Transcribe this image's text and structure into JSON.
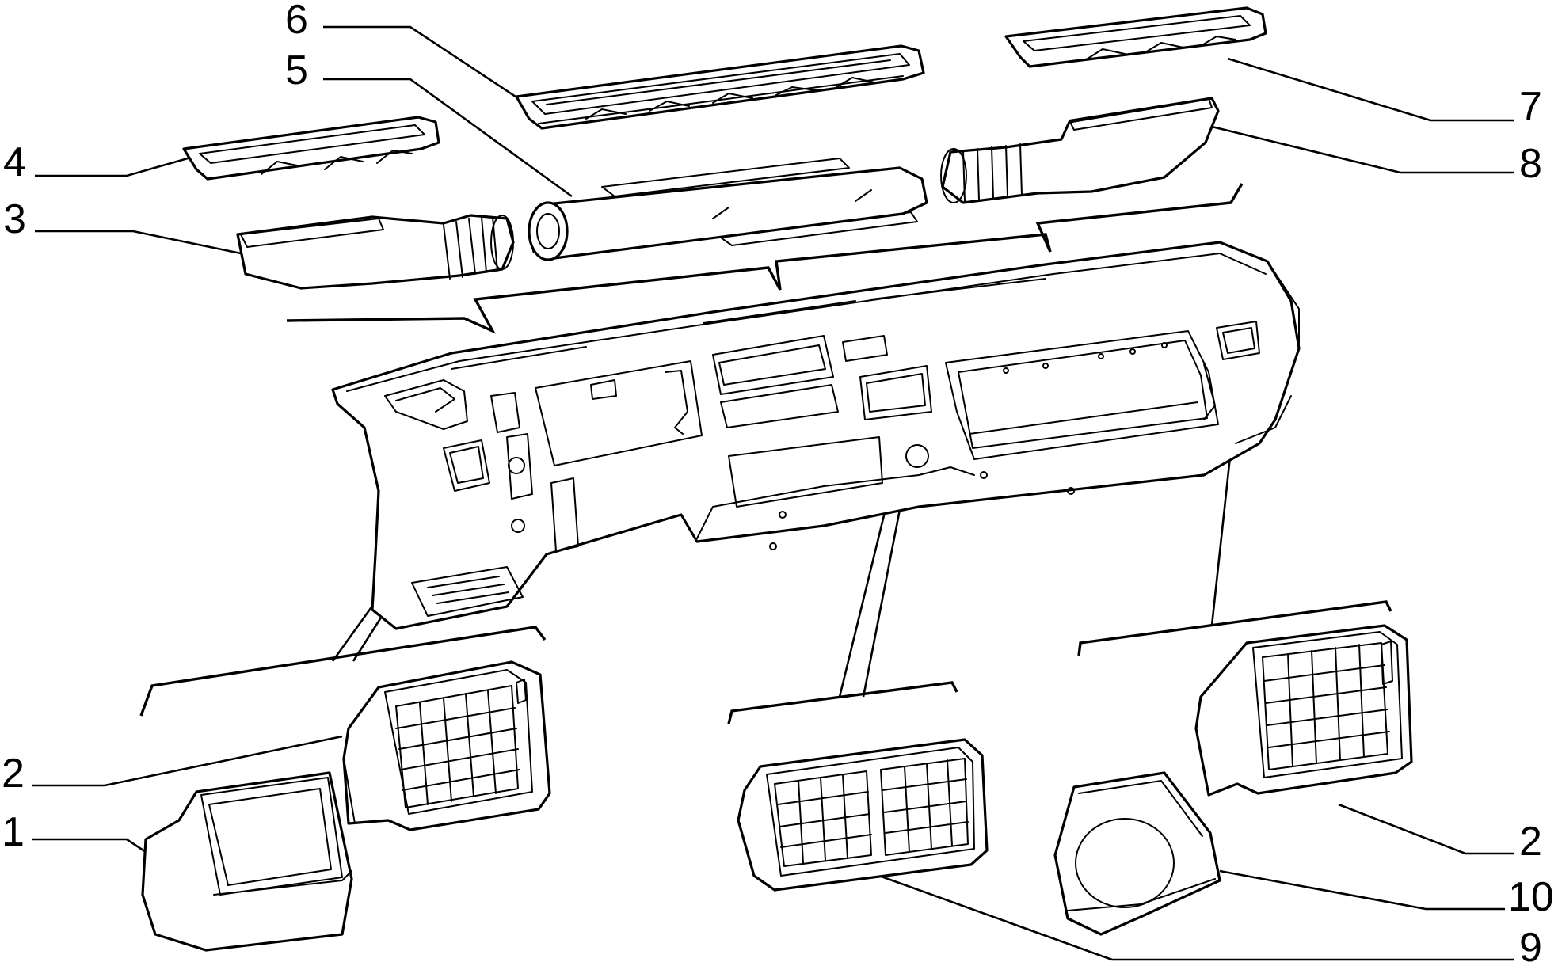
{
  "diagram": {
    "labels": [
      {
        "id": "label-6",
        "text": "6"
      },
      {
        "id": "label-5",
        "text": "5"
      },
      {
        "id": "label-4",
        "text": "4"
      },
      {
        "id": "label-3",
        "text": "3"
      },
      {
        "id": "label-7",
        "text": "7"
      },
      {
        "id": "label-8",
        "text": "8"
      },
      {
        "id": "label-2-left",
        "text": "2"
      },
      {
        "id": "label-1",
        "text": "1"
      },
      {
        "id": "label-2-right",
        "text": "2"
      },
      {
        "id": "label-10",
        "text": "10"
      },
      {
        "id": "label-9",
        "text": "9"
      }
    ],
    "colors": {
      "ink": "#000000",
      "paper": "#ffffff"
    }
  }
}
